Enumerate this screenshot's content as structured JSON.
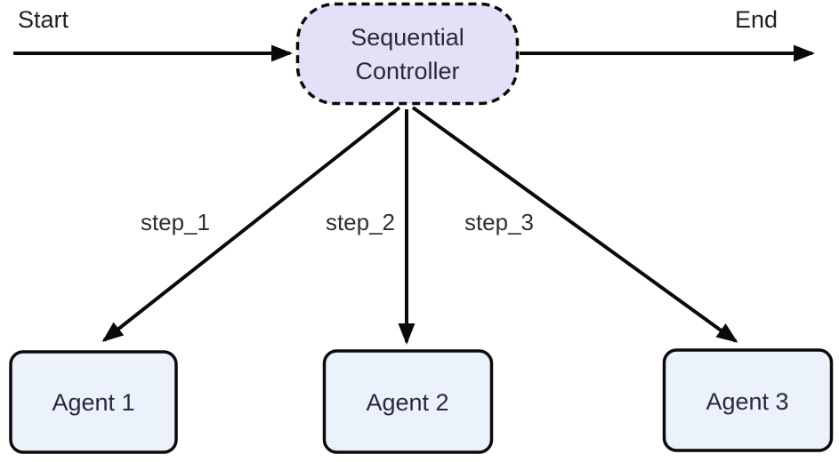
{
  "diagram": {
    "type": "flowchart",
    "background_color": "#ffffff",
    "line_color": "#0a0a0a",
    "text_color": "#28283a",
    "labels": {
      "start": "Start",
      "end": "End"
    },
    "nodes": {
      "controller": {
        "id": "controller",
        "label_lines": [
          "Sequential",
          "Controller"
        ],
        "shape": "rounded",
        "border_style": "dashed",
        "fill": "#e6dff8",
        "stroke": "#0a0a0a"
      },
      "agent1": {
        "id": "agent1",
        "label": "Agent 1",
        "shape": "rounded-rect",
        "border_style": "solid",
        "fill": "#ecf2fb",
        "stroke": "#0a0a0a"
      },
      "agent2": {
        "id": "agent2",
        "label": "Agent 2",
        "shape": "rounded-rect",
        "border_style": "solid",
        "fill": "#ecf2fb",
        "stroke": "#0a0a0a"
      },
      "agent3": {
        "id": "agent3",
        "label": "Agent 3",
        "shape": "rounded-rect",
        "border_style": "solid",
        "fill": "#ecf2fb",
        "stroke": "#0a0a0a"
      }
    },
    "edges": [
      {
        "from": "start",
        "to": "controller",
        "label": ""
      },
      {
        "from": "controller",
        "to": "end",
        "label": ""
      },
      {
        "from": "controller",
        "to": "agent1",
        "label": "step_1"
      },
      {
        "from": "controller",
        "to": "agent2",
        "label": "step_2"
      },
      {
        "from": "controller",
        "to": "agent3",
        "label": "step_3"
      }
    ]
  }
}
